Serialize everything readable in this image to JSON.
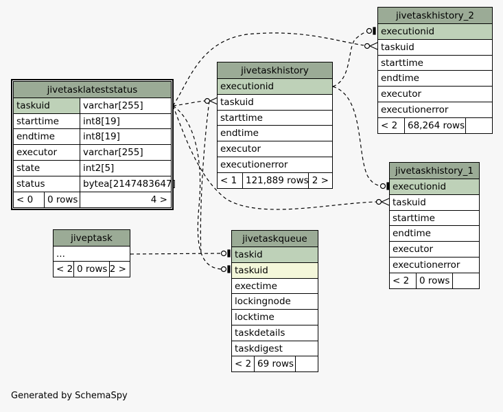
{
  "footer": "Generated by SchemaSpy",
  "tables": {
    "jivetasklateststatus": {
      "name": "jivetasklateststatus",
      "columns": [
        {
          "name": "taskuid",
          "type": "varchar[255]"
        },
        {
          "name": "starttime",
          "type": "int8[19]"
        },
        {
          "name": "endtime",
          "type": "int8[19]"
        },
        {
          "name": "executor",
          "type": "varchar[255]"
        },
        {
          "name": "state",
          "type": "int2[5]"
        },
        {
          "name": "status",
          "type": "bytea[2147483647]"
        }
      ],
      "footer": {
        "parents": "< 0",
        "rows": "0 rows",
        "children": "4 >"
      }
    },
    "jivetaskhistory": {
      "name": "jivetaskhistory",
      "columns": [
        "executionid",
        "taskuid",
        "starttime",
        "endtime",
        "executor",
        "executionerror"
      ],
      "footer": {
        "parents": "< 1",
        "rows": "121,889 rows",
        "children": "2 >"
      }
    },
    "jivetaskhistory_2": {
      "name": "jivetaskhistory_2",
      "columns": [
        "executionid",
        "taskuid",
        "starttime",
        "endtime",
        "executor",
        "executionerror"
      ],
      "footer": {
        "parents": "< 2",
        "rows": "68,264 rows",
        "children": ""
      }
    },
    "jivetaskhistory_1": {
      "name": "jivetaskhistory_1",
      "columns": [
        "executionid",
        "taskuid",
        "starttime",
        "endtime",
        "executor",
        "executionerror"
      ],
      "footer": {
        "parents": "< 2",
        "rows": "0 rows",
        "children": ""
      }
    },
    "jiveptask": {
      "name": "jiveptask",
      "columns": [
        "..."
      ],
      "footer": {
        "parents": "< 2",
        "rows": "0 rows",
        "children": "2 >"
      }
    },
    "jivetaskqueue": {
      "name": "jivetaskqueue",
      "columns": [
        "taskid",
        "taskuid",
        "exectime",
        "lockingnode",
        "locktime",
        "taskdetails",
        "taskdigest"
      ],
      "footer": {
        "parents": "< 2",
        "rows": "69 rows",
        "children": ""
      }
    }
  }
}
